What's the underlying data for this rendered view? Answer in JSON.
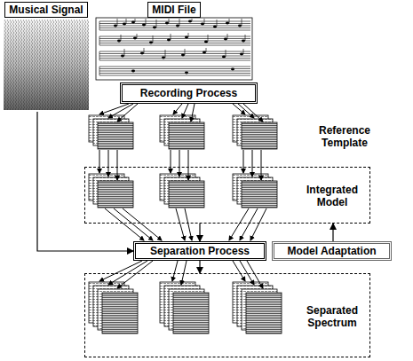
{
  "diagram": {
    "nodes": [
      {
        "text": [
          "Musical Signal"
        ]
      },
      {
        "text": [
          "MIDI File"
        ]
      },
      {
        "text": [
          "Recording Process"
        ]
      },
      {
        "text": [
          "Integrated Model"
        ]
      },
      {
        "text": [
          "Separation Process"
        ]
      },
      {
        "text": [
          "Model Adaptation"
        ]
      },
      {
        "text": [
          "Separated Spectrum"
        ]
      }
    ],
    "edges": [
      {
        "from": 0,
        "to": 4,
        "arrow": "to"
      },
      {
        "from": 3,
        "to": 4,
        "arrow": "to"
      },
      {
        "from": 4,
        "to": 6,
        "arrow": "to"
      },
      {
        "from": 5,
        "to": 3,
        "arrow": "to"
      }
    ],
    "labels": [
      "Reference Template"
    ]
  }
}
